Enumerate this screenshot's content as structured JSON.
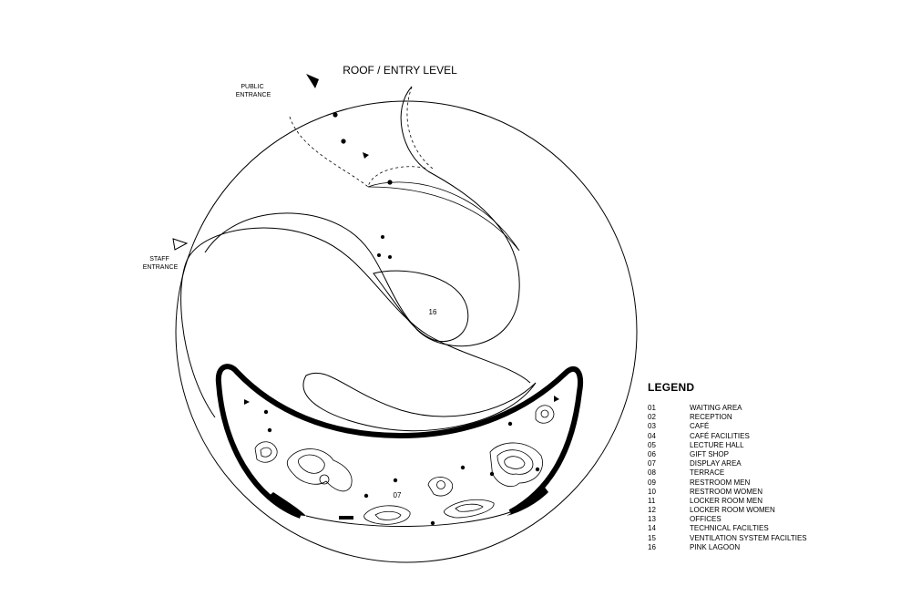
{
  "plan": {
    "title": "ROOF / ENTRY LEVEL",
    "public_entrance": [
      "PUBLIC",
      "ENTRANCE"
    ],
    "staff_entrance": [
      "STAFF",
      "ENTRANCE"
    ],
    "room_labels": {
      "lagoon": "16",
      "display": "07"
    }
  },
  "legend": {
    "title": "LEGEND",
    "items": [
      {
        "num": "01",
        "name": "WAITING AREA"
      },
      {
        "num": "02",
        "name": "RECEPTION"
      },
      {
        "num": "03",
        "name": "CAFÉ"
      },
      {
        "num": "04",
        "name": "CAFÉ FACILITIES"
      },
      {
        "num": "05",
        "name": "LECTURE HALL"
      },
      {
        "num": "06",
        "name": "GIFT SHOP"
      },
      {
        "num": "07",
        "name": "DISPLAY AREA"
      },
      {
        "num": "08",
        "name": "TERRACE"
      },
      {
        "num": "09",
        "name": "RESTROOM MEN"
      },
      {
        "num": "10",
        "name": "RESTROOM WOMEN"
      },
      {
        "num": "11",
        "name": "LOCKER ROOM MEN"
      },
      {
        "num": "12",
        "name": "LOCKER ROOM WOMEN"
      },
      {
        "num": "13",
        "name": "OFFICES"
      },
      {
        "num": "14",
        "name": "TECHNICAL FACILTIES"
      },
      {
        "num": "15",
        "name": "VENTILATION SYSTEM FACILTIES"
      },
      {
        "num": "16",
        "name": "PINK LAGOON"
      }
    ]
  },
  "colors": {
    "ink": "#000000",
    "paper": "#ffffff"
  }
}
